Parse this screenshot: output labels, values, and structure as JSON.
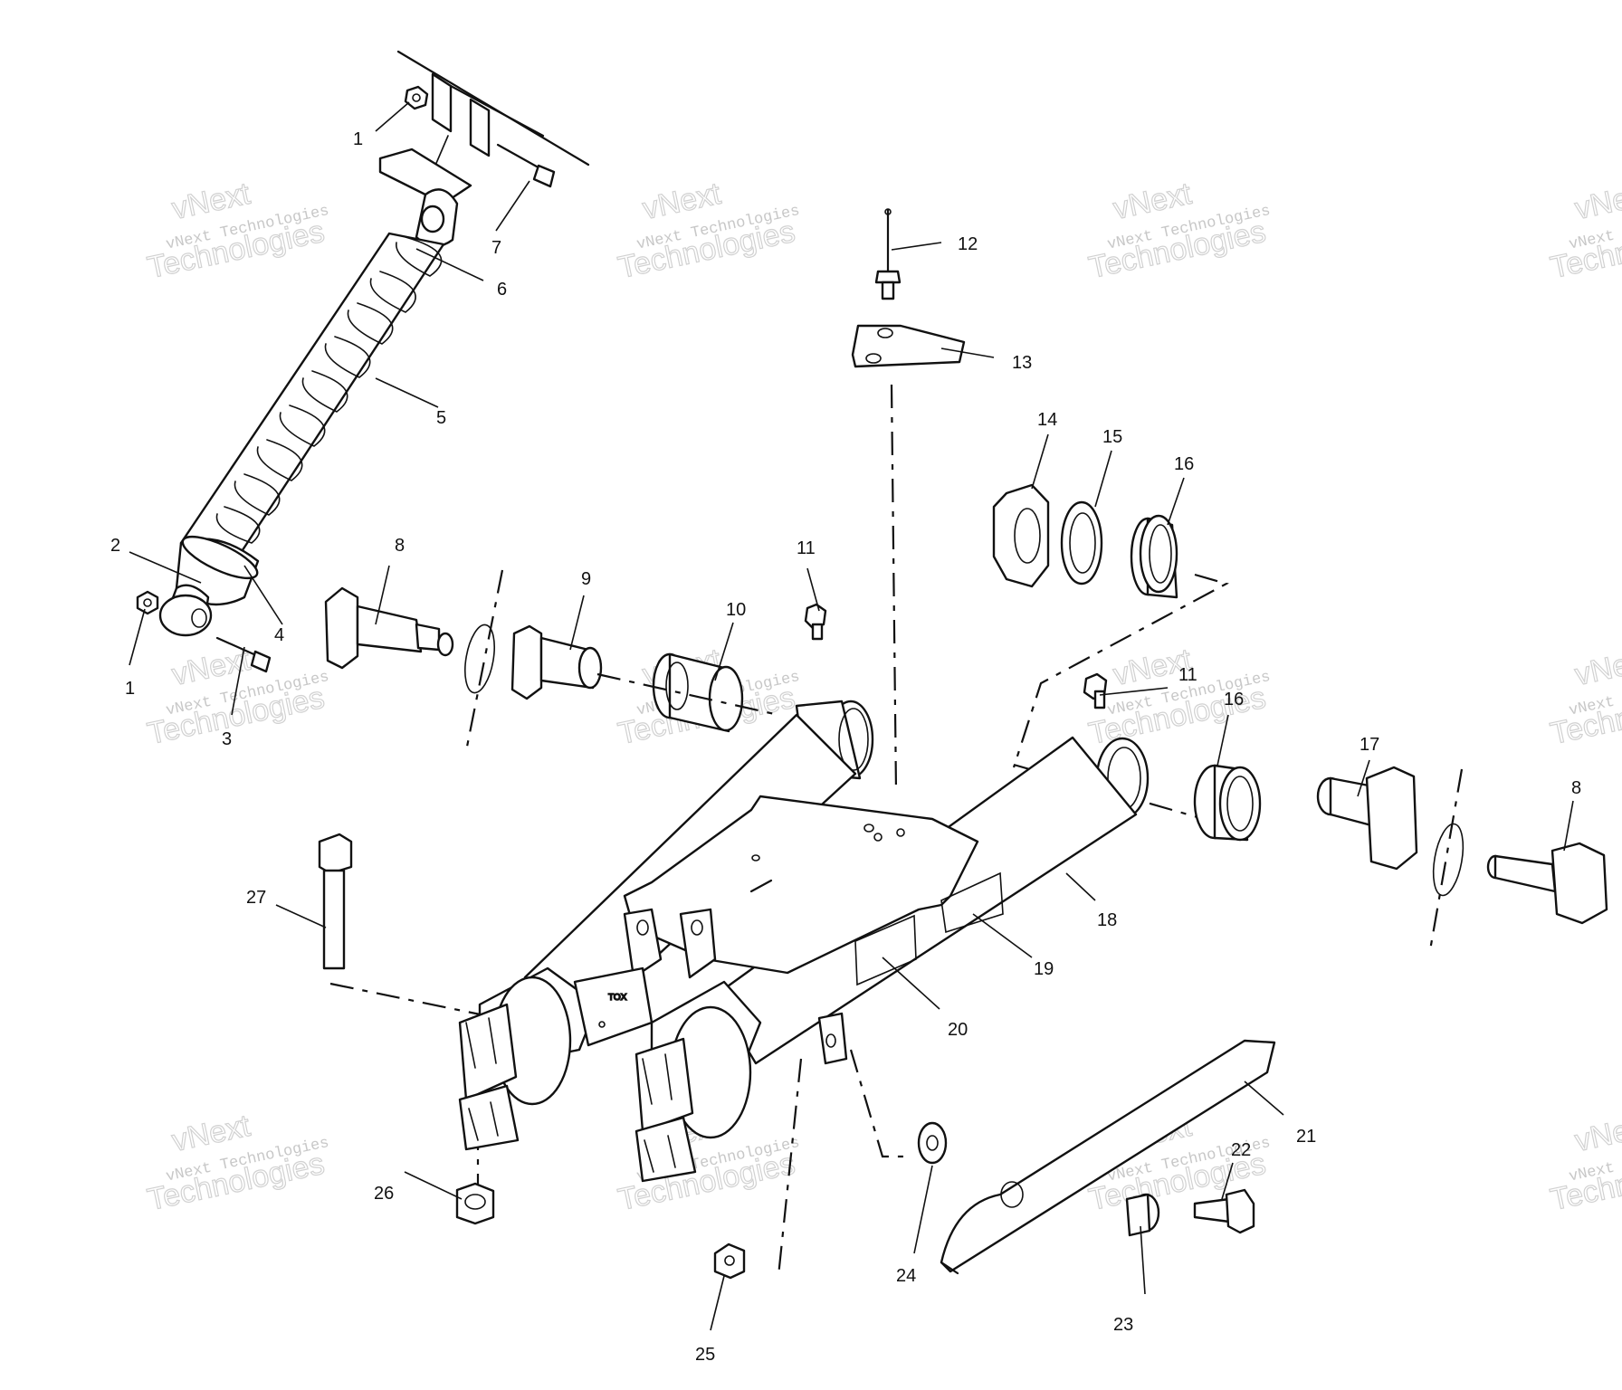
{
  "callouts": {
    "c1a": "1",
    "c1b": "1",
    "c2": "2",
    "c3": "3",
    "c4": "4",
    "c5": "5",
    "c6": "6",
    "c7": "7",
    "c8a": "8",
    "c8b": "8",
    "c9": "9",
    "c10": "10",
    "c11a": "11",
    "c11b": "11",
    "c12": "12",
    "c13": "13",
    "c14": "14",
    "c15": "15",
    "c16a": "16",
    "c16b": "16",
    "c17": "17",
    "c18": "18",
    "c19": "19",
    "c20": "20",
    "c21": "21",
    "c22": "22",
    "c23": "23",
    "c24": "24",
    "c25": "25",
    "c26": "26",
    "c27": "27"
  },
  "watermark": {
    "line1": "vNext Technologies",
    "line2": "Technologies",
    "line3": "vNext"
  }
}
